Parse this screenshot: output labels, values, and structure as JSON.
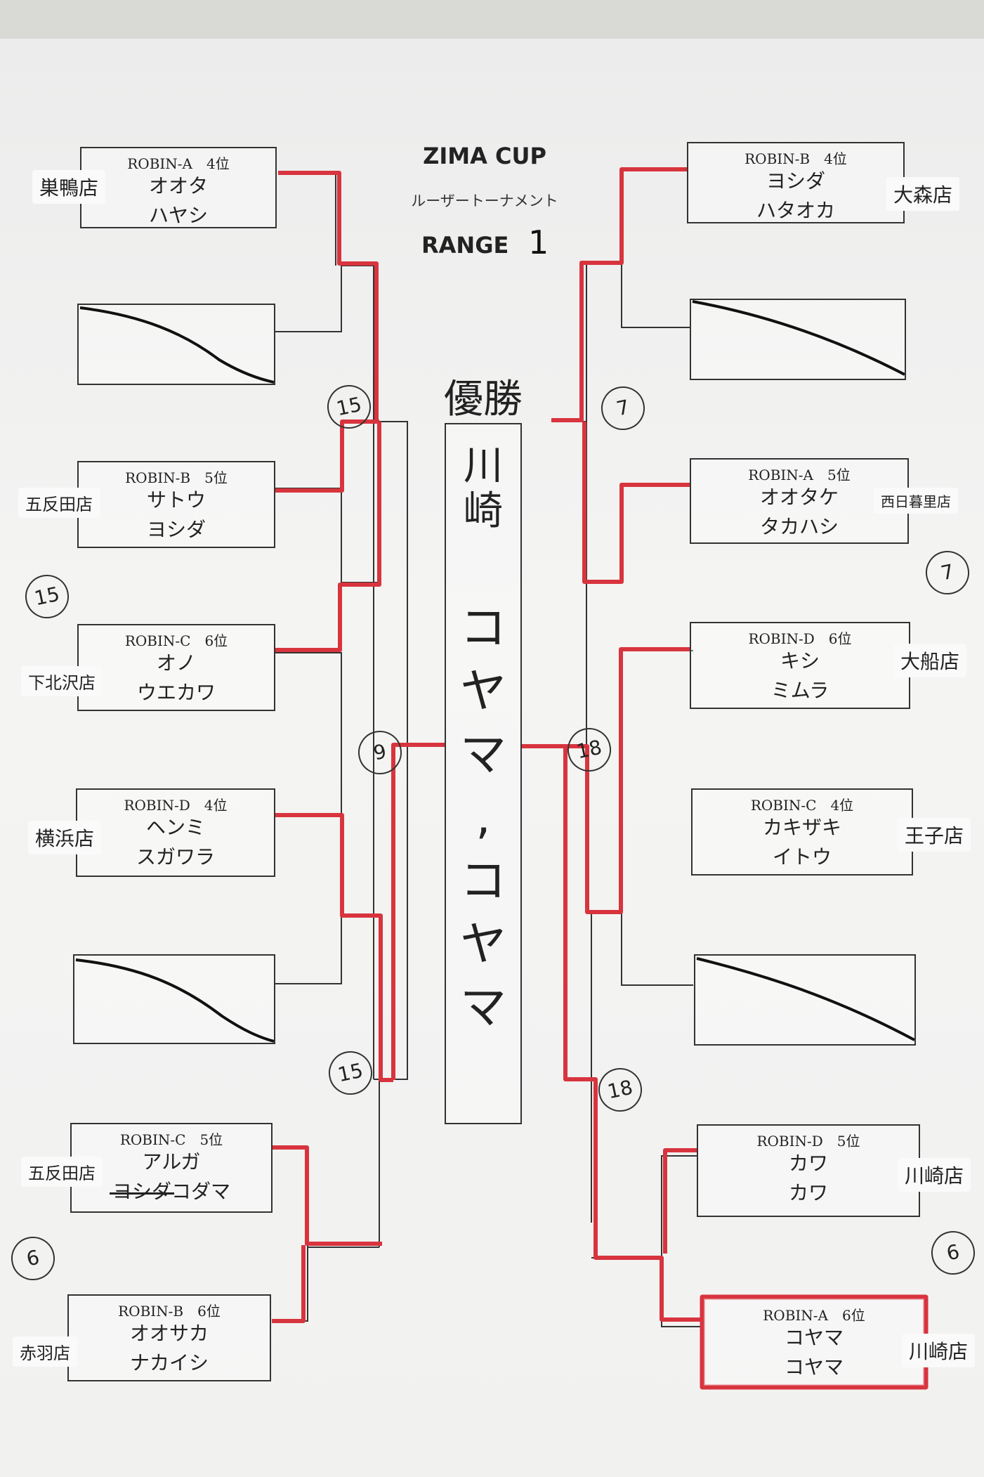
{
  "header": {
    "title": "ZIMA CUP",
    "subtitle": "ルーザートーナメント",
    "range_label": "RANGE",
    "range_number": "1"
  },
  "champion": {
    "heading": "優勝",
    "store": "川崎",
    "players": "コヤマ,コヤマ"
  },
  "left": [
    {
      "rank": "ROBIN-A　4位",
      "p1": "オオタ",
      "p2": "ハヤシ",
      "store": "巣鴨店"
    },
    {
      "rank": "ROBIN-B　5位",
      "p1": "サトウ",
      "p2": "ヨシダ",
      "store": "五反田店"
    },
    {
      "rank": "ROBIN-C　6位",
      "p1": "オノ",
      "p2": "ウエカワ",
      "store": "下北沢店"
    },
    {
      "rank": "ROBIN-D　4位",
      "p1": "ヘンミ",
      "p2": "スガワラ",
      "store": "横浜店"
    },
    {
      "rank": "ROBIN-C　5位",
      "p1": "アルガ",
      "p2_struck": "ヨシダ",
      "p2": "コダマ",
      "store": "五反田店"
    },
    {
      "rank": "ROBIN-B　6位",
      "p1": "オオサカ",
      "p2": "ナカイシ",
      "store": "赤羽店"
    }
  ],
  "right": [
    {
      "rank": "ROBIN-B　4位",
      "p1": "ヨシダ",
      "p2": "ハタオカ",
      "store": "大森店"
    },
    {
      "rank": "ROBIN-A　5位",
      "p1": "オオタケ",
      "p2": "タカハシ",
      "store": "西日暮里店"
    },
    {
      "rank": "ROBIN-D　6位",
      "p1": "キシ",
      "p2": "ミムラ",
      "store": "大船店"
    },
    {
      "rank": "ROBIN-C　4位",
      "p1": "カキザキ",
      "p2": "イトウ",
      "store": "王子店"
    },
    {
      "rank": "ROBIN-D　5位",
      "p1": "カワ",
      "p2": "カワ",
      "store": "川崎店"
    },
    {
      "rank": "ROBIN-A　6位",
      "p1": "コヤマ",
      "p2": "コヤマ",
      "store": "川崎店"
    }
  ],
  "handicaps": [
    "15",
    "15",
    "9",
    "15",
    "6",
    "7",
    "7",
    "18",
    "18",
    "6"
  ],
  "colors": {
    "win_line": "#d8343e",
    "ink": "#222222"
  }
}
